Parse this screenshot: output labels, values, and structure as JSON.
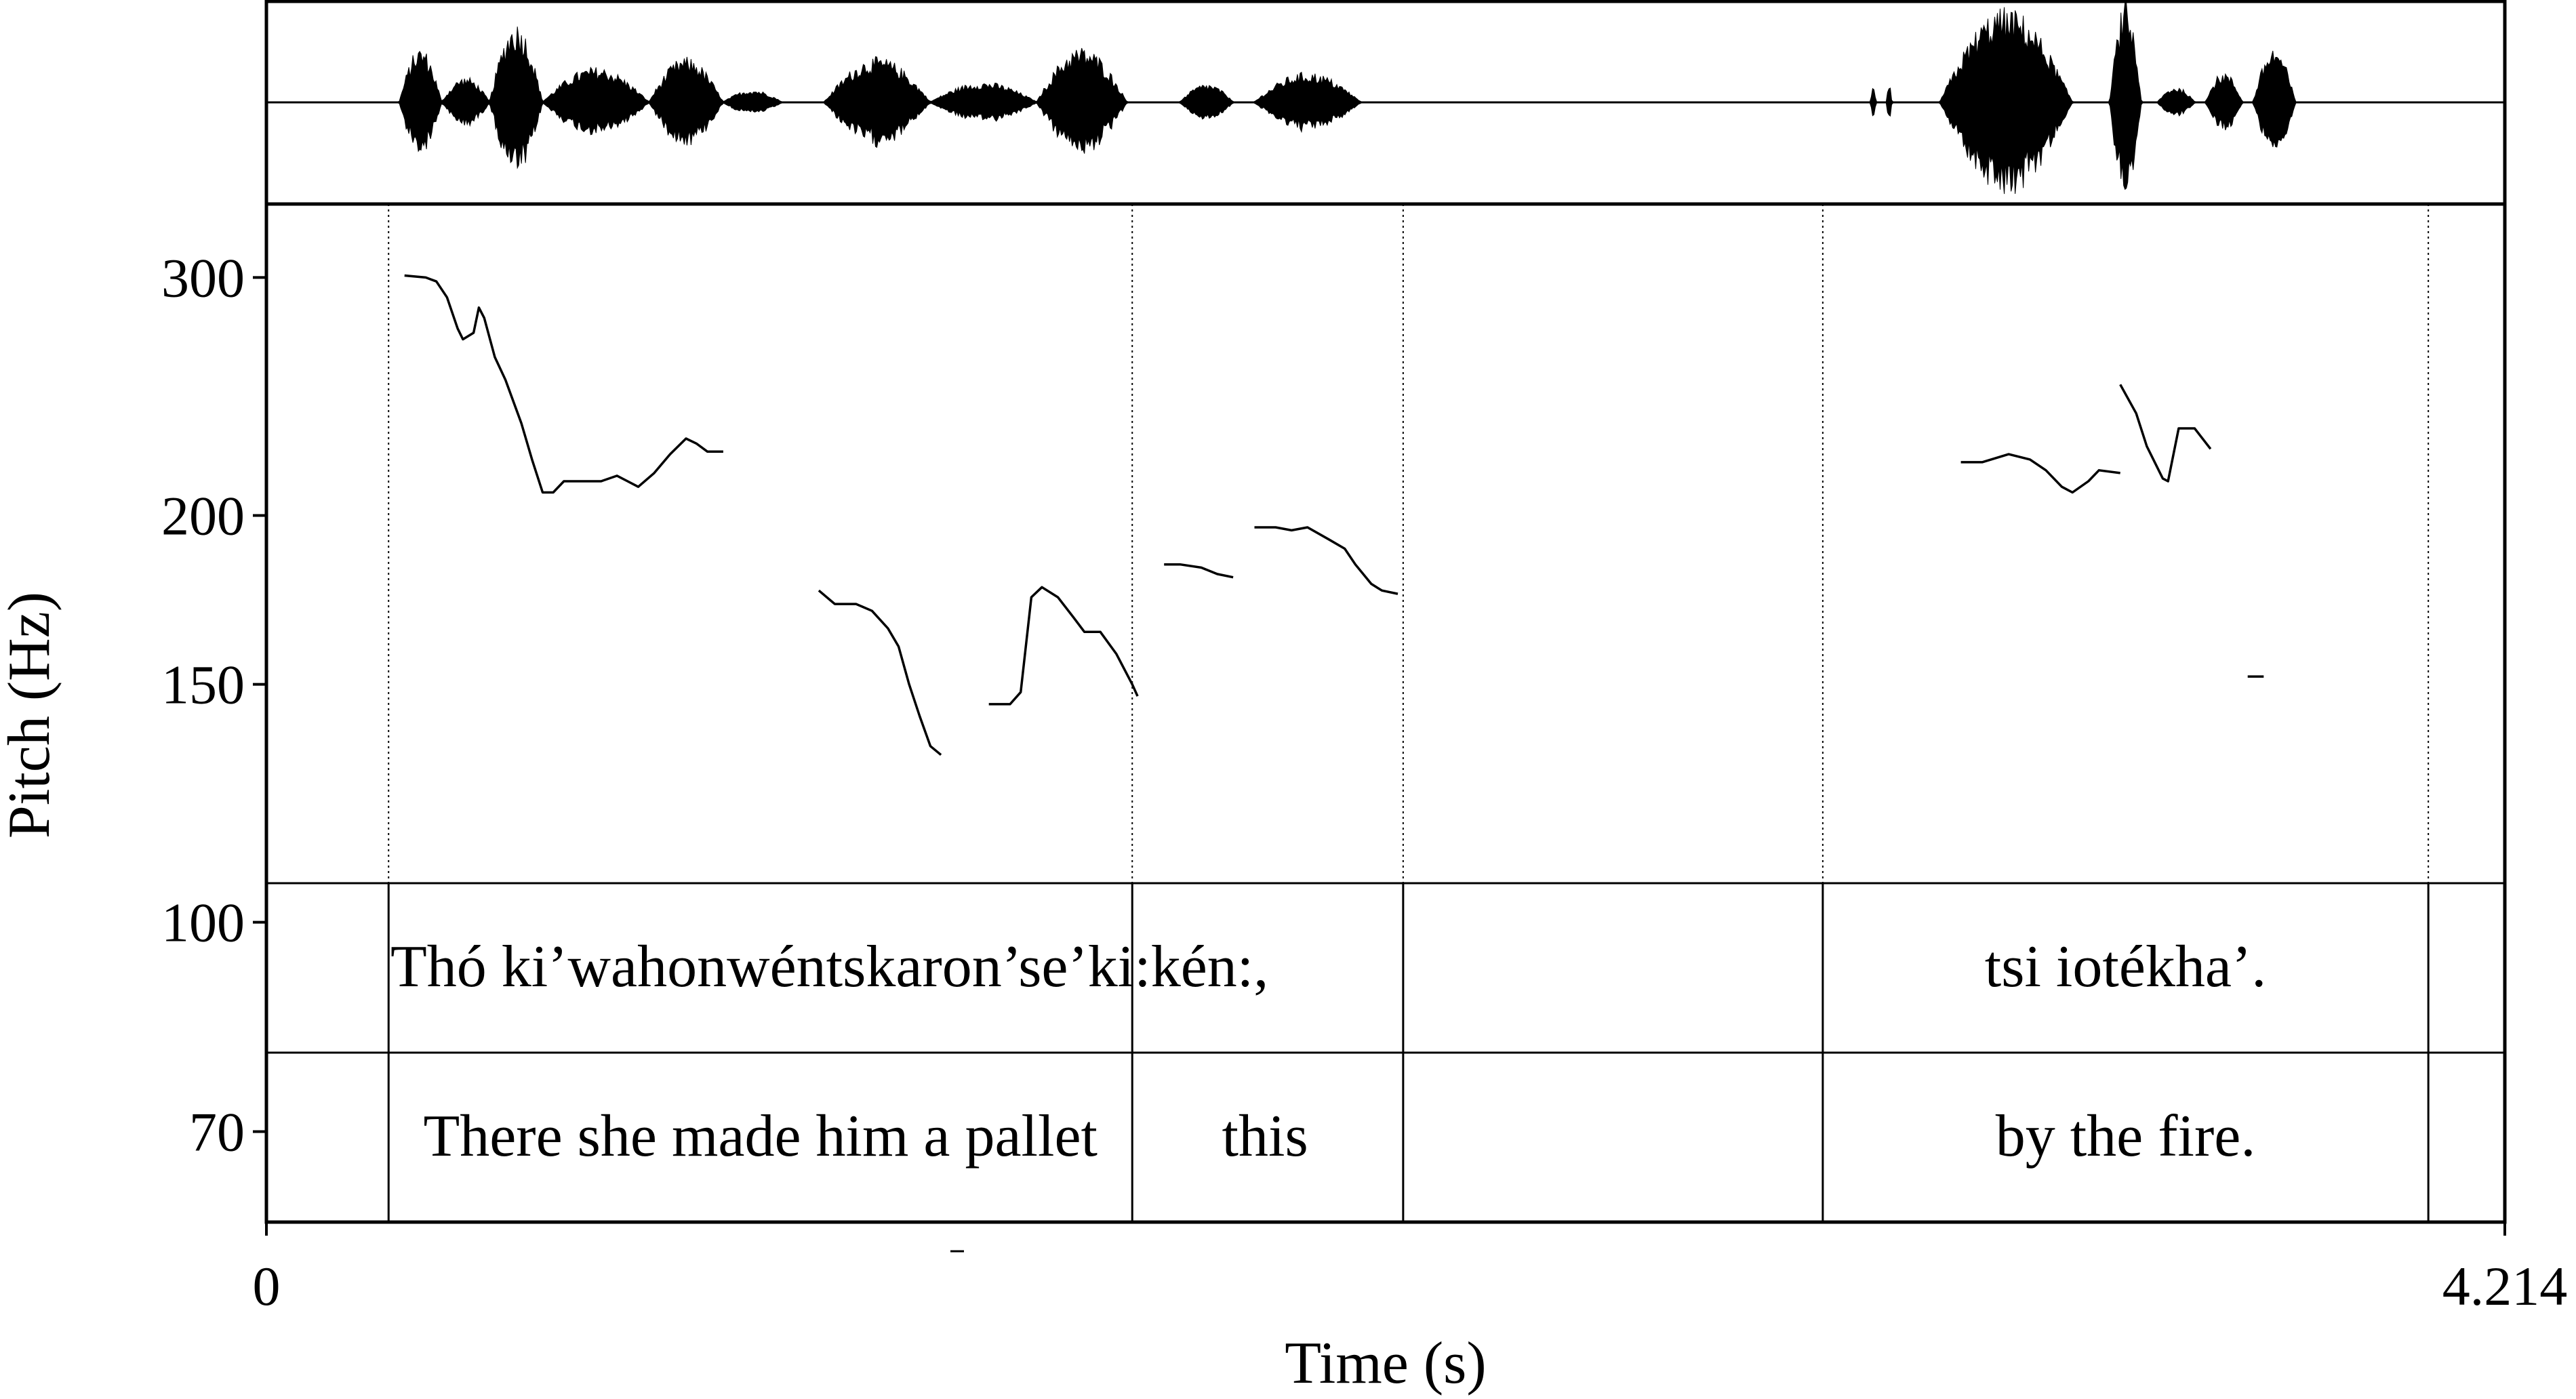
{
  "chart_data": {
    "type": "line",
    "xlabel": "Time (s)",
    "ylabel": "Pitch (Hz)",
    "xlim": [
      0,
      4.214
    ],
    "x_tick_labels": [
      "0",
      "4.214"
    ],
    "y_scale": "log",
    "ylim": [
      60,
      340
    ],
    "y_ticks": [
      70,
      100,
      150,
      200,
      300
    ],
    "y_tick_labels": [
      "70",
      "100",
      "150",
      "200",
      "300"
    ],
    "grid": false,
    "waveform": {
      "bursts": [
        {
          "start": 0.25,
          "end": 0.33,
          "amp": 0.55
        },
        {
          "start": 0.33,
          "end": 0.42,
          "amp": 0.25
        },
        {
          "start": 0.42,
          "end": 0.52,
          "amp": 0.8
        },
        {
          "start": 0.52,
          "end": 0.72,
          "amp": 0.35
        },
        {
          "start": 0.72,
          "end": 0.86,
          "amp": 0.45
        },
        {
          "start": 0.86,
          "end": 0.97,
          "amp": 0.12
        },
        {
          "start": 1.05,
          "end": 1.25,
          "amp": 0.45
        },
        {
          "start": 1.25,
          "end": 1.45,
          "amp": 0.2
        },
        {
          "start": 1.45,
          "end": 1.62,
          "amp": 0.55
        },
        {
          "start": 1.72,
          "end": 1.82,
          "amp": 0.18
        },
        {
          "start": 1.86,
          "end": 2.06,
          "amp": 0.3
        },
        {
          "start": 3.02,
          "end": 3.03,
          "amp": 0.15
        },
        {
          "start": 3.05,
          "end": 3.06,
          "amp": 0.2
        },
        {
          "start": 3.15,
          "end": 3.4,
          "amp": 0.95
        },
        {
          "start": 3.47,
          "end": 3.53,
          "amp": 1.0
        },
        {
          "start": 3.56,
          "end": 3.63,
          "amp": 0.15
        },
        {
          "start": 3.65,
          "end": 3.72,
          "amp": 0.3
        },
        {
          "start": 3.74,
          "end": 3.82,
          "amp": 0.55
        }
      ]
    },
    "series": [
      {
        "points": [
          [
            0.26,
            301
          ],
          [
            0.3,
            300
          ],
          [
            0.32,
            298
          ],
          [
            0.34,
            290
          ],
          [
            0.36,
            275
          ],
          [
            0.37,
            270
          ],
          [
            0.39,
            273
          ],
          [
            0.4,
            285
          ],
          [
            0.41,
            280
          ],
          [
            0.43,
            262
          ],
          [
            0.45,
            252
          ],
          [
            0.48,
            234
          ],
          [
            0.5,
            220
          ],
          [
            0.52,
            208
          ],
          [
            0.54,
            208
          ],
          [
            0.56,
            212
          ],
          [
            0.59,
            212
          ],
          [
            0.63,
            212
          ],
          [
            0.66,
            214
          ],
          [
            0.68,
            212
          ],
          [
            0.7,
            210
          ],
          [
            0.73,
            215
          ],
          [
            0.76,
            222
          ],
          [
            0.79,
            228
          ],
          [
            0.81,
            226
          ],
          [
            0.83,
            223
          ],
          [
            0.86,
            223
          ]
        ]
      },
      {
        "points": [
          [
            1.04,
            176
          ],
          [
            1.07,
            172
          ],
          [
            1.11,
            172
          ],
          [
            1.14,
            170
          ],
          [
            1.17,
            165
          ],
          [
            1.19,
            160
          ],
          [
            1.21,
            150
          ],
          [
            1.23,
            142
          ],
          [
            1.25,
            135
          ],
          [
            1.27,
            133
          ]
        ]
      },
      {
        "points": [
          [
            1.36,
            145
          ],
          [
            1.4,
            145
          ],
          [
            1.42,
            148
          ],
          [
            1.44,
            174
          ],
          [
            1.46,
            177
          ],
          [
            1.49,
            174
          ],
          [
            1.52,
            168
          ],
          [
            1.54,
            164
          ],
          [
            1.57,
            164
          ],
          [
            1.6,
            158
          ],
          [
            1.63,
            150
          ],
          [
            1.64,
            147
          ]
        ]
      },
      {
        "points": [
          [
            1.69,
            184
          ],
          [
            1.72,
            184
          ],
          [
            1.76,
            183
          ],
          [
            1.79,
            181
          ],
          [
            1.82,
            180
          ]
        ]
      },
      {
        "points": [
          [
            1.86,
            196
          ],
          [
            1.9,
            196
          ],
          [
            1.93,
            195
          ],
          [
            1.96,
            196
          ],
          [
            2.0,
            192
          ],
          [
            2.03,
            189
          ],
          [
            2.05,
            184
          ],
          [
            2.08,
            178
          ],
          [
            2.1,
            176
          ],
          [
            2.13,
            175
          ]
        ]
      },
      {
        "points": [
          [
            3.19,
            219
          ],
          [
            3.23,
            219
          ],
          [
            3.28,
            222
          ],
          [
            3.32,
            220
          ],
          [
            3.35,
            216
          ],
          [
            3.38,
            210
          ],
          [
            3.4,
            208
          ],
          [
            3.43,
            212
          ],
          [
            3.45,
            216
          ],
          [
            3.49,
            215
          ]
        ]
      },
      {
        "points": [
          [
            3.49,
            250
          ],
          [
            3.52,
            238
          ],
          [
            3.54,
            225
          ],
          [
            3.57,
            213
          ],
          [
            3.58,
            212
          ],
          [
            3.6,
            232
          ],
          [
            3.63,
            232
          ],
          [
            3.66,
            224
          ]
        ]
      },
      {
        "points": [
          [
            3.73,
            152
          ],
          [
            3.76,
            152
          ]
        ]
      }
    ],
    "annotations": [
      {
        "tier": 1,
        "text": "Thó ki’wahonwéntskaron’se’ki:kén:,",
        "center": 1.06
      },
      {
        "tier": 1,
        "text": "tsi iotékha’.",
        "center": 3.5
      },
      {
        "tier": 2,
        "text": "There she made him a pallet",
        "center": 0.93
      },
      {
        "tier": 2,
        "text": "this",
        "center": 1.88
      },
      {
        "tier": 2,
        "text": "by the fire.",
        "center": 3.5
      }
    ],
    "boundaries": {
      "dotted": [
        0.23,
        1.63,
        2.14,
        2.93,
        4.07
      ],
      "tier_solid": [
        0.23,
        1.63,
        2.14,
        2.93,
        4.07
      ]
    }
  }
}
